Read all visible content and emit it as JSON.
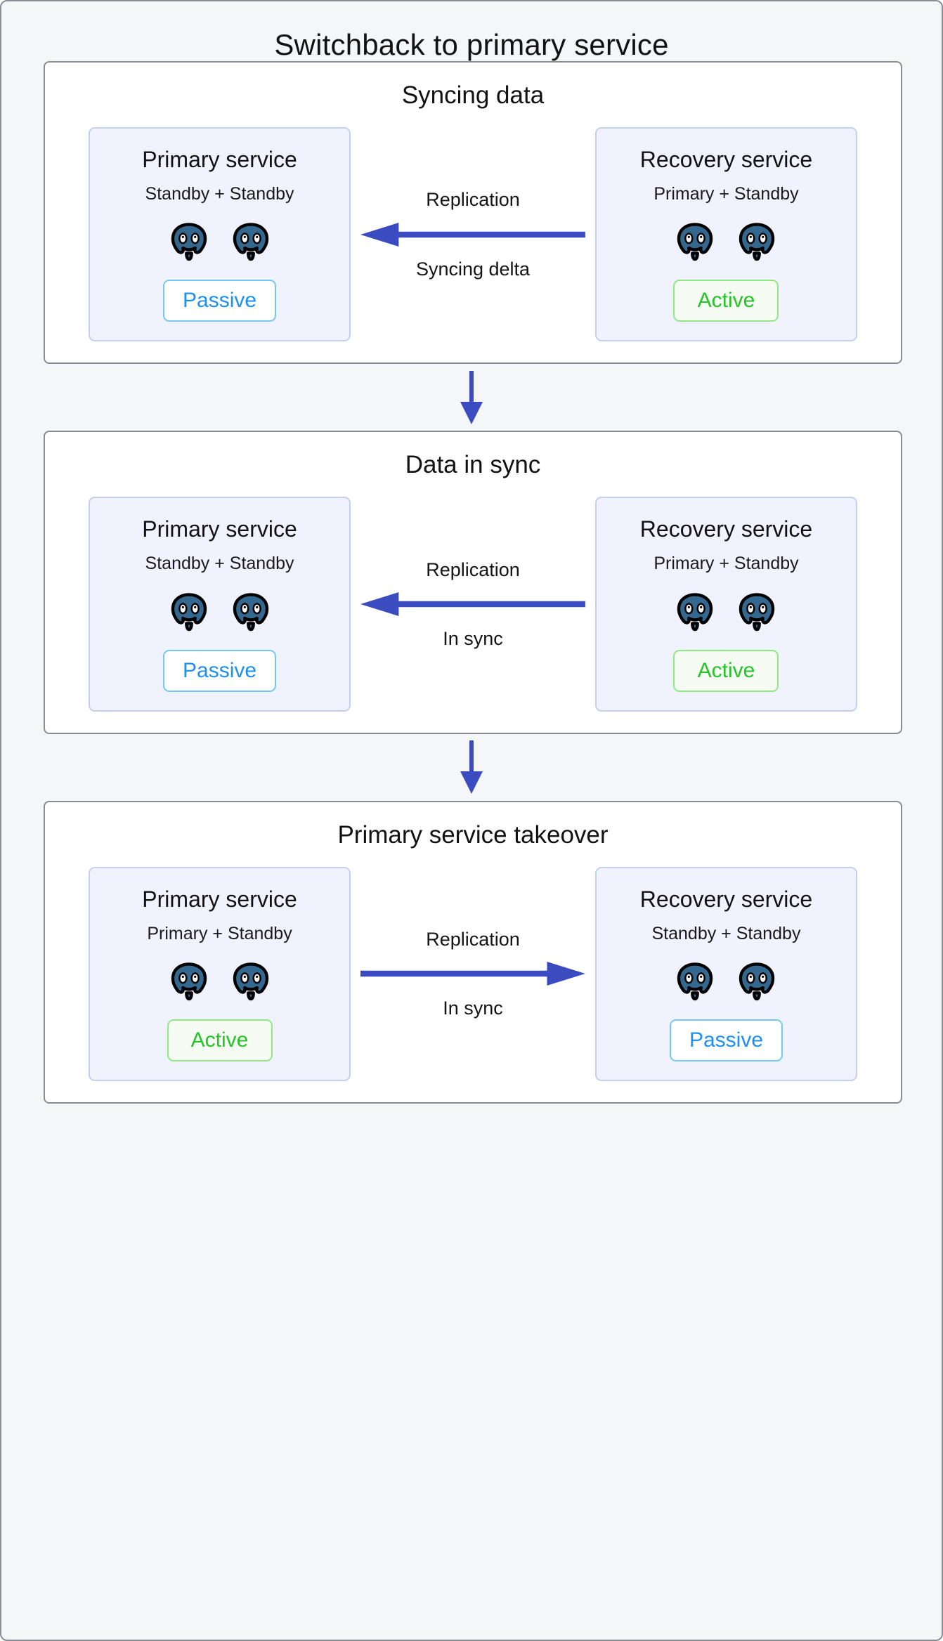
{
  "title": "Switchback to primary service",
  "colors": {
    "arrow": "#3b4cc0",
    "panel_border": "#8b8b96",
    "service_bg": "#f0f3fd",
    "service_border": "#c3d0ef",
    "passive_text": "#1e90f0",
    "passive_border": "#72c7f5",
    "active_text": "#26c329",
    "active_border": "#90e884",
    "page_bg": "#f5f6f8",
    "elephant_body": "#34688f",
    "elephant_outline": "#000000"
  },
  "stages": [
    {
      "title": "Syncing data",
      "left": {
        "name": "Primary service",
        "role": "Standby + Standby",
        "status": "Passive",
        "status_kind": "passive",
        "nodes": [
          "postgres-elephant-icon",
          "postgres-elephant-icon"
        ]
      },
      "right": {
        "name": "Recovery service",
        "role": "Primary + Standby",
        "status": "Active",
        "status_kind": "active",
        "nodes": [
          "postgres-elephant-icon",
          "postgres-elephant-icon"
        ]
      },
      "connector": {
        "label_top": "Replication",
        "label_bottom": "Syncing delta",
        "direction": "left"
      }
    },
    {
      "title": "Data in sync",
      "left": {
        "name": "Primary service",
        "role": "Standby + Standby",
        "status": "Passive",
        "status_kind": "passive",
        "nodes": [
          "postgres-elephant-icon",
          "postgres-elephant-icon"
        ]
      },
      "right": {
        "name": "Recovery service",
        "role": "Primary + Standby",
        "status": "Active",
        "status_kind": "active",
        "nodes": [
          "postgres-elephant-icon",
          "postgres-elephant-icon"
        ]
      },
      "connector": {
        "label_top": "Replication",
        "label_bottom": "In sync",
        "direction": "left"
      }
    },
    {
      "title": "Primary service takeover",
      "left": {
        "name": "Primary service",
        "role": "Primary + Standby",
        "status": "Active",
        "status_kind": "active",
        "nodes": [
          "postgres-elephant-icon",
          "postgres-elephant-icon"
        ]
      },
      "right": {
        "name": "Recovery service",
        "role": "Standby + Standby",
        "status": "Passive",
        "status_kind": "passive",
        "nodes": [
          "postgres-elephant-icon",
          "postgres-elephant-icon"
        ]
      },
      "connector": {
        "label_top": "Replication",
        "label_bottom": "In sync",
        "direction": "right"
      }
    }
  ],
  "flow_arrows": [
    "down-arrow-icon",
    "down-arrow-icon"
  ]
}
